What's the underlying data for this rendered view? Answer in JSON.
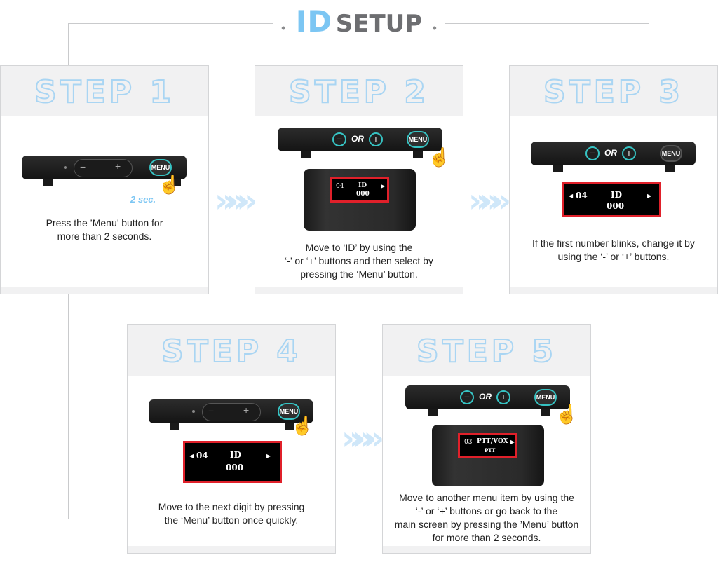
{
  "title": {
    "id": "ID",
    "setup": "SETUP",
    "dot": "•"
  },
  "arrows": {
    "glyph": "»»»"
  },
  "device": {
    "menu_label": "MENU",
    "minus": "−",
    "plus": "+",
    "or_label": "OR",
    "hold_time": "2 sec."
  },
  "steps": [
    {
      "heading": "STEP 1",
      "desc_lines": [
        "Press the ’Menu’ button for",
        "more than 2 seconds."
      ]
    },
    {
      "heading": "STEP 2",
      "desc_lines": [
        "Move to ‘ID’ by using the",
        "‘-’ or ‘+’ buttons and then select by",
        "pressing the ‘Menu’ button."
      ],
      "screen": {
        "num": "04",
        "label": "ID",
        "value": "000"
      }
    },
    {
      "heading": "STEP 3",
      "desc_lines": [
        "If the first number blinks, change it by",
        "using the ‘-’ or ‘+’ buttons."
      ],
      "screen": {
        "num": "04",
        "label": "ID",
        "value": "000"
      }
    },
    {
      "heading": "STEP 4",
      "desc_lines": [
        "Move to the next digit by pressing",
        "the ‘Menu’ button once quickly."
      ],
      "screen": {
        "num": "04",
        "label": "ID",
        "value": "000"
      }
    },
    {
      "heading": "STEP 5",
      "desc_lines": [
        "Move to another menu item by using the",
        "‘-’ or ‘+’ buttons or go back to the",
        "main screen by pressing the ’Menu’ button",
        "for more than 2 seconds."
      ],
      "screen": {
        "num": "03",
        "label": "PTT/VOX",
        "value": "PTT"
      }
    }
  ],
  "colors": {
    "accent_blue": "#7cc6f3",
    "teal": "#36c3c3",
    "highlight_red": "#e0202a",
    "gray_text": "#6d6e71"
  }
}
